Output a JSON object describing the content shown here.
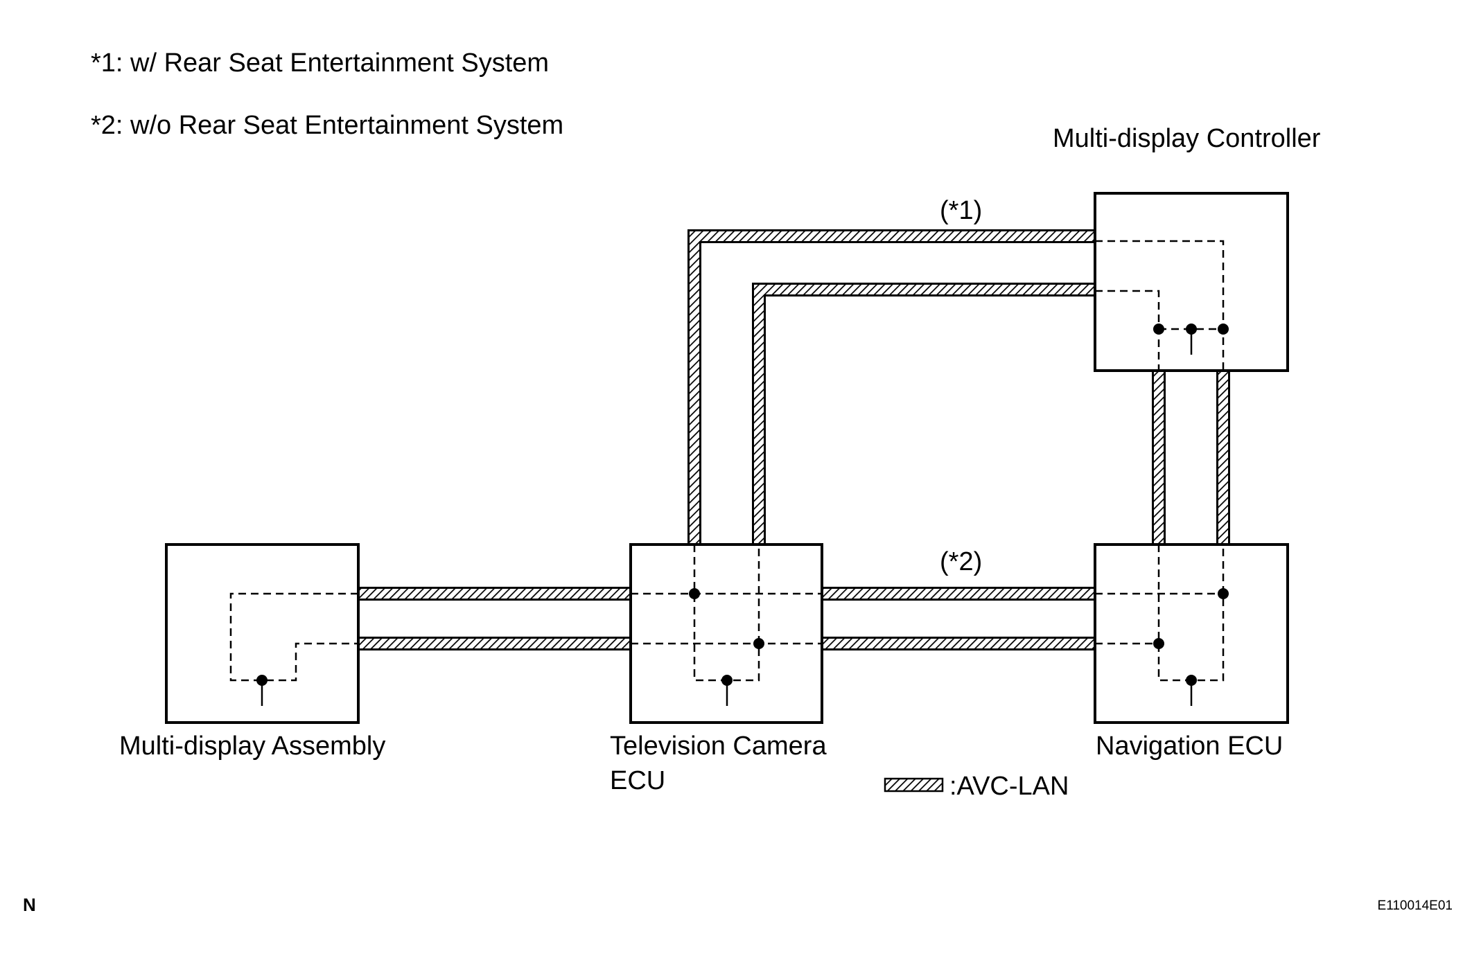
{
  "notes": {
    "note1": "*1: w/ Rear Seat Entertainment System",
    "note2": "*2: w/o Rear Seat Entertainment System"
  },
  "components": {
    "multi_display_controller": "Multi-display Controller",
    "multi_display_assembly": "Multi-display Assembly",
    "television_camera_ecu_line1": "Television Camera",
    "television_camera_ecu_line2": "ECU",
    "navigation_ecu": "Navigation ECU"
  },
  "markers": {
    "route1": "(*1)",
    "route2": "(*2)"
  },
  "legend": {
    "avc_lan": ":AVC-LAN"
  },
  "footer": {
    "orientation_mark": "N",
    "figure_code": "E110014E01"
  }
}
